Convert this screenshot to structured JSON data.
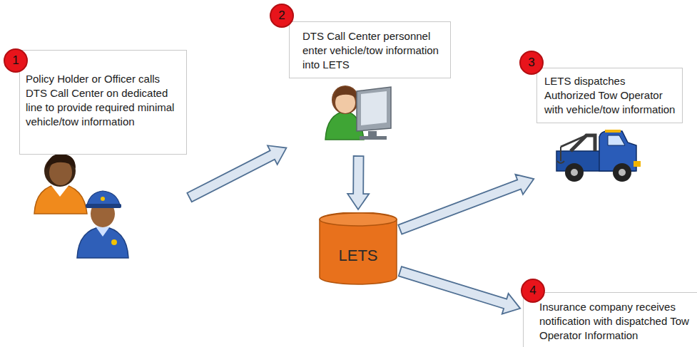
{
  "diagram": {
    "nodes": [
      {
        "text": [
          "Policy Holder or Officer calls DTS Call Center on dedicated line  to provide required minimal vehicle/tow information"
        ]
      },
      {
        "text": [
          "DTS Call Center personnel enter vehicle/tow information into LETS"
        ]
      },
      {
        "text": [
          "LETS"
        ]
      },
      {
        "text": [
          "LETS dispatches Authorized Tow Operator with vehicle/tow information"
        ]
      },
      {
        "text": [
          "Insurance company receives notification with dispatched Tow Operator Information"
        ]
      }
    ],
    "edges": [
      {
        "from": 0,
        "to": 1,
        "arrow": "to"
      },
      {
        "from": 1,
        "to": 2,
        "arrow": "to"
      },
      {
        "from": 2,
        "to": 3,
        "arrow": "to"
      },
      {
        "from": 2,
        "to": 4,
        "arrow": "to"
      }
    ],
    "labels": [
      "1",
      "2",
      "3",
      "4"
    ]
  }
}
